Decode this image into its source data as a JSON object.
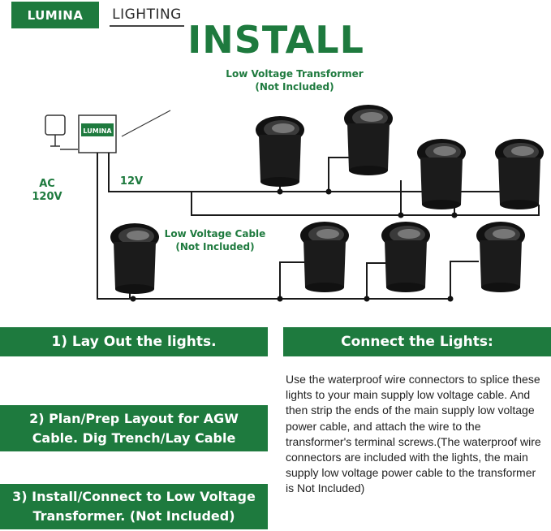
{
  "header": {
    "brand_box": "LUMINA",
    "brand_text": "LIGHTING",
    "title": "INSTALL"
  },
  "diagram": {
    "transformer_label": "LUMINA",
    "transformer_caption_1": "Low Voltage Transformer",
    "transformer_caption_2": "(Not Included)",
    "ac_label": "AC 120V",
    "volt_label": "12V",
    "cable_caption_1": "Low Voltage Cable",
    "cable_caption_2": "(Not Included)"
  },
  "steps": {
    "step1": "1)   Lay Out the lights.",
    "step2_line1": "2)   Plan/Prep Layout for AGW",
    "step2_line2": "Cable. Dig Trench/Lay Cable",
    "step3_line1": "3)  Install/Connect to Low Voltage",
    "step3_line2": "Transformer.  (Not Included)"
  },
  "connect": {
    "heading": "Connect the Lights:",
    "body": "Use the waterproof wire connectors to splice these lights to your main supply low voltage cable. And then strip the ends of the main supply low voltage power cable, and attach the wire to the transformer's terminal screws.(The waterproof wire connectors are included with the lights, the main supply low voltage power cable to the transformer is Not Included)"
  },
  "colors": {
    "brand_green": "#1e7a3e",
    "light_body": "#1a1a1a"
  }
}
